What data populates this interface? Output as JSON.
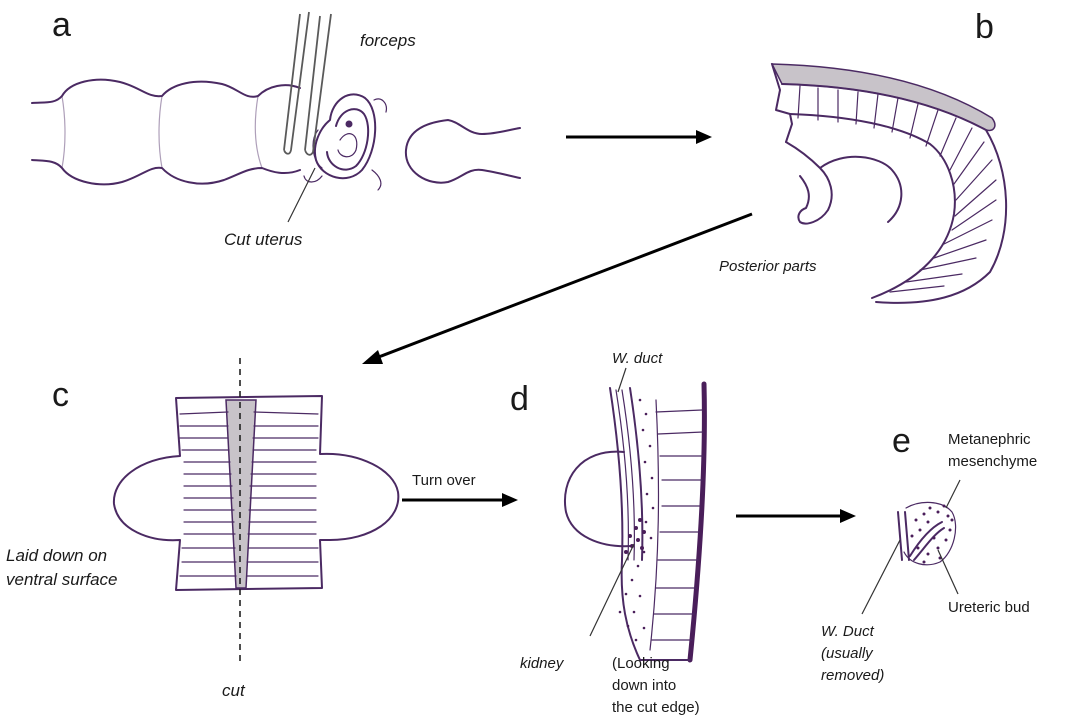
{
  "panels": {
    "a": {
      "letter": "a",
      "forceps_label": "forceps",
      "uterus_label": "Cut uterus"
    },
    "b": {
      "letter": "b",
      "caption": "Posterior parts"
    },
    "c": {
      "letter": "c",
      "caption_line1": "Laid down on",
      "caption_line2": "ventral surface",
      "cut_label": "cut"
    },
    "d": {
      "letter": "d",
      "duct_label": "W. duct",
      "kidney_label": "kidney",
      "note_line1": "(Looking",
      "note_line2": "down into",
      "note_line3": "the cut edge)"
    },
    "e": {
      "letter": "e",
      "mesenchyme_line1": "Metanephric",
      "mesenchyme_line2": "mesenchyme",
      "bud_label": "Ureteric bud",
      "duct_line1": "W. Duct",
      "duct_line2": "(usually",
      "duct_line3": "removed)"
    }
  },
  "transitions": {
    "turn_over_label": "Turn over"
  },
  "colors": {
    "ink": "#4b2a63",
    "tissue_gray": "#c8c3c9",
    "arrow": "#000000"
  }
}
